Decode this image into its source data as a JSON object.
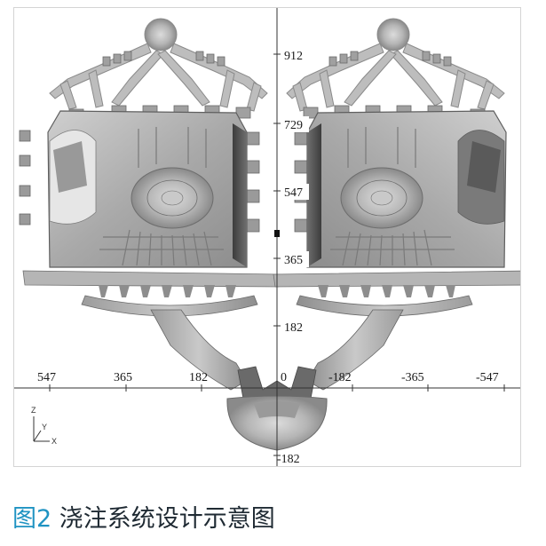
{
  "viewport": {
    "background": "#ffffff",
    "part_color": "#b3b3b3",
    "part_dark": "#5a5a5a",
    "part_light": "#e0e0e0",
    "axis_color": "#333333"
  },
  "axes": {
    "x_ticks": [
      "547",
      "365",
      "182",
      "0",
      "-182",
      "-365",
      "-547"
    ],
    "y_ticks": [
      "912",
      "729",
      "547",
      "365",
      "182",
      "-182"
    ],
    "triad_labels": {
      "z": "Z",
      "y": "Y",
      "x": "X"
    }
  },
  "caption": {
    "figure_number": "图2",
    "title": "浇注系统设计示意图",
    "number_color": "#1f93c2"
  }
}
